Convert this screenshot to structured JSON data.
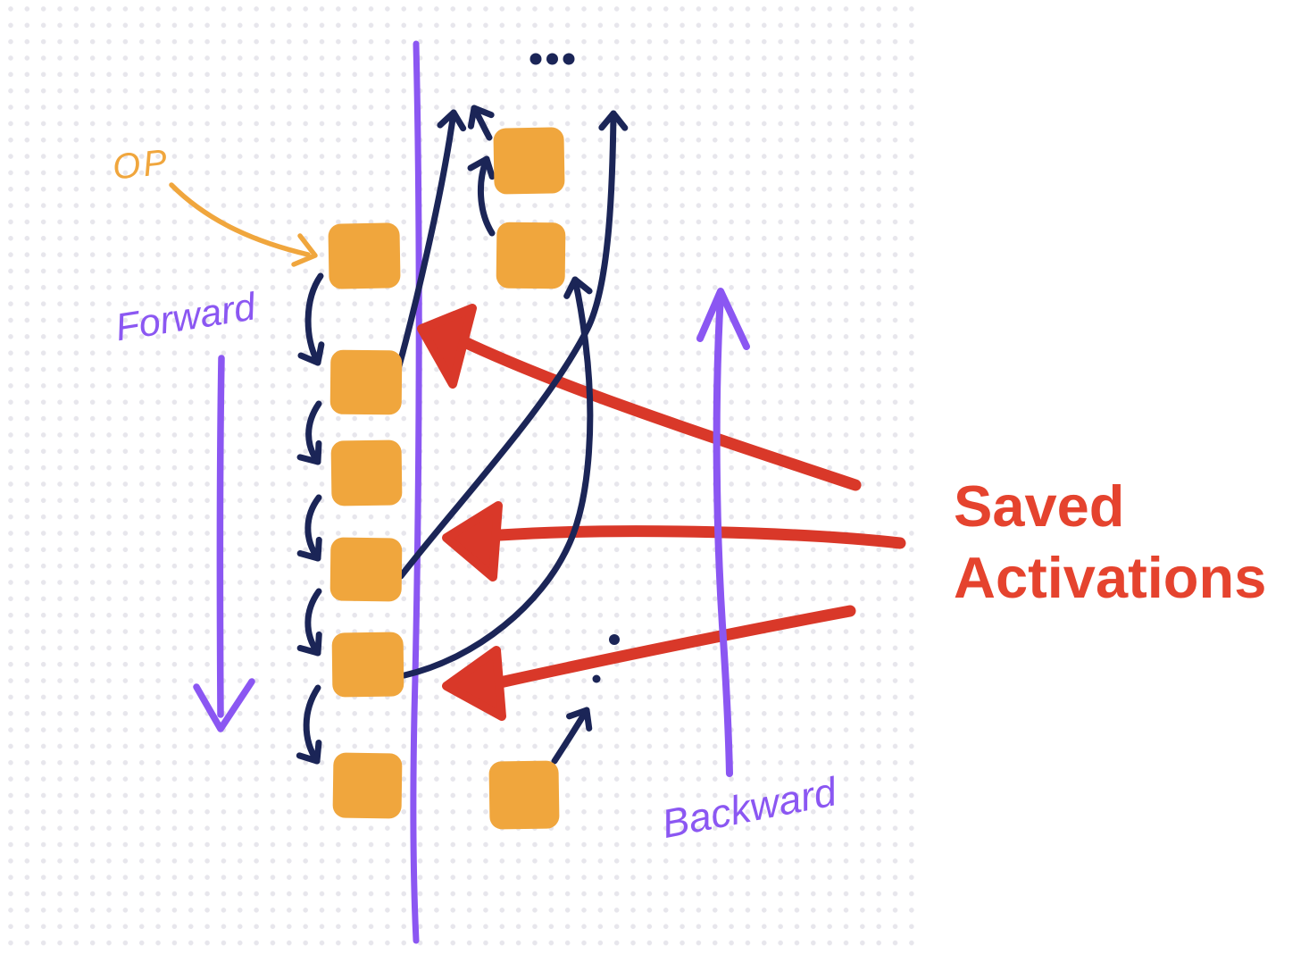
{
  "labels": {
    "op": "OP",
    "forward": "Forward",
    "backward": "Backward",
    "saved_line1": "Saved",
    "saved_line2": "Activations",
    "continuation": "..."
  },
  "colors": {
    "op_node": "#F0A63D",
    "flow_ink": "#1B2557",
    "direction_ink": "#8B57F2",
    "saved_ink": "#D93829",
    "saved_text": "#E5432E",
    "dot_grid": "#E7E6EC",
    "background": "#FFFFFF"
  },
  "diagram": {
    "type": "hand-drawn-sketch",
    "forward_column_ops": 6,
    "backward_column_ops": 3,
    "op_to_op_links": 5,
    "saved_activation_arrows": 3,
    "direction_arrows": [
      "Forward (down)",
      "Backward (up)"
    ]
  }
}
